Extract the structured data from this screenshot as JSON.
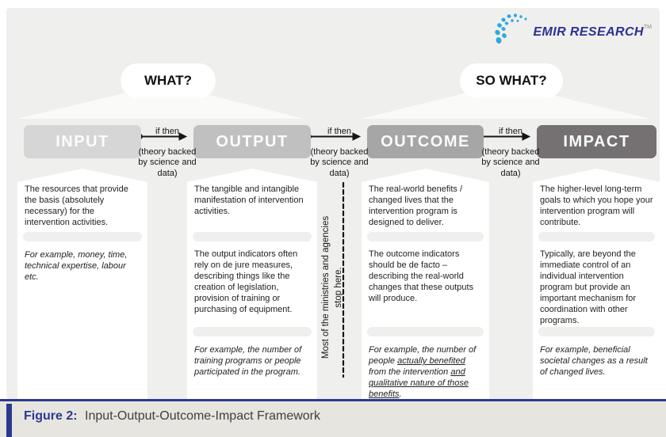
{
  "logo": {
    "text": "EMIR RESEARCH",
    "tm": "TM"
  },
  "bubbles": {
    "what": "WHAT?",
    "so_what": "SO WHAT?"
  },
  "connector": {
    "top": "if then",
    "bottom": "(theory backed by science and data)"
  },
  "columns": [
    {
      "header": "INPUT",
      "color": "#d7d6d6",
      "blocks": [
        {
          "text": "The resources that provide the basis (absolutely necessary) for the intervention activities."
        },
        {
          "text": "For example, money, time, technical expertise, labour etc.",
          "italic": true
        }
      ]
    },
    {
      "header": "OUTPUT",
      "color": "#c1c0c0",
      "blocks": [
        {
          "text": "The tangible and intangible manifestation of intervention activities."
        },
        {
          "text": "The output indicators often rely on de jure measures, describing things like the creation of legislation, provision of training or purchasing of equipment."
        },
        {
          "text": "For example, the number of training programs or people participated in the program.",
          "italic": true
        }
      ]
    },
    {
      "header": "OUTCOME",
      "color": "#a7a6a6",
      "blocks": [
        {
          "text": "The real-world benefits / changed lives that the intervention program is designed to deliver."
        },
        {
          "text": "The outcome indicators should be de facto – describing the real-world changes that these outputs will produce."
        },
        {
          "italic": true,
          "segments": [
            {
              "t": "For example, the number of people ",
              "u": false
            },
            {
              "t": "actually benefited",
              "u": true
            },
            {
              "t": " from the intervention ",
              "u": false
            },
            {
              "t": "and qualitative nature of those benefits",
              "u": true
            },
            {
              "t": ".",
              "u": false
            }
          ]
        }
      ]
    },
    {
      "header": "IMPACT",
      "color": "#757172",
      "blocks": [
        {
          "text": "The higher-level long-term goals to which you hope your intervention program will contribute."
        },
        {
          "text": "Typically, are beyond the immediate control of an individual intervention program but provide an important mechanism for coordination with other programs."
        },
        {
          "text": "For example, beneficial societal changes as a result of changed lives.",
          "italic": true
        }
      ]
    }
  ],
  "stop_note": {
    "line1": "Most of the ministries and agencies",
    "line2": "stop here."
  },
  "caption": {
    "label": "Figure 2:",
    "title": "Input-Output-Outcome-Impact Framework"
  },
  "colors": {
    "navy": "#2b3990",
    "logo_blue": "#2ba9e0",
    "panel_bg": "#efefee",
    "caption_bg": "#e7e5df",
    "arrow": "#161616"
  }
}
